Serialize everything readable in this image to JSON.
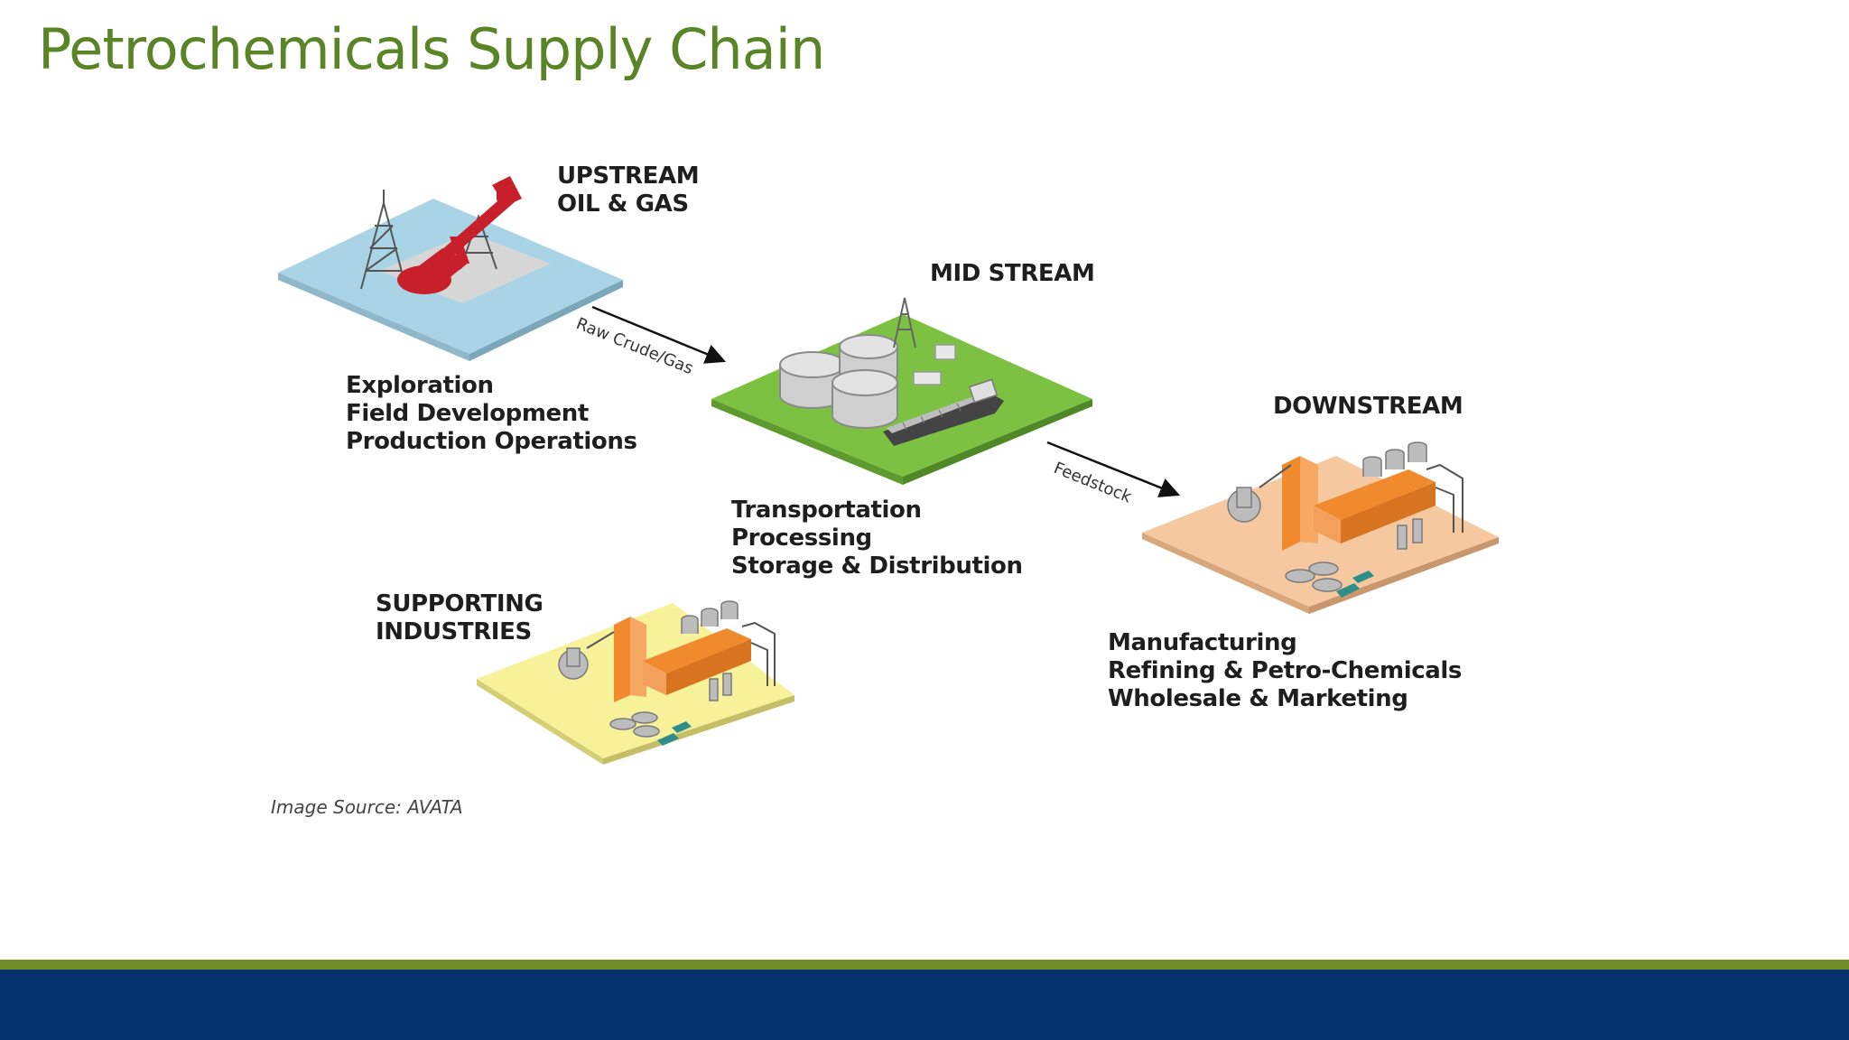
{
  "slide": {
    "title": "Petrochemicals Supply Chain",
    "source_note": "Image Source: AVATA"
  },
  "colors": {
    "title": "#5a8527",
    "footer_stripe": "#6f8e2a",
    "footer_bar": "#03316b",
    "upstream_platform": "#a9d4e6",
    "midstream_platform": "#7dc142",
    "downstream_platform": "#f5c8a0",
    "supporting_platform": "#f7f19a",
    "pump_jack": "#c8202a",
    "plant_orange": "#f08a2c"
  },
  "icons": {
    "upstream": "oil-pump-jack-icon",
    "midstream": "storage-tanks-tanker-icon",
    "downstream": "refinery-plant-icon",
    "supporting": "industrial-plant-icon"
  },
  "stages": {
    "upstream": {
      "title_lines": [
        "UPSTREAM",
        "OIL & GAS"
      ],
      "items": [
        "Exploration",
        "Field Development",
        "Production Operations"
      ]
    },
    "midstream": {
      "title_lines": [
        "MID STREAM"
      ],
      "items": [
        "Transportation",
        "Processing",
        "Storage & Distribution"
      ]
    },
    "downstream": {
      "title_lines": [
        "DOWNSTREAM"
      ],
      "items": [
        "Manufacturing",
        "Refining & Petro-Chemicals",
        "Wholesale & Marketing"
      ]
    },
    "supporting": {
      "title_lines": [
        "SUPPORTING",
        "INDUSTRIES"
      ]
    }
  },
  "flows": [
    {
      "from": "upstream",
      "to": "midstream",
      "label": "Raw Crude/Gas"
    },
    {
      "from": "midstream",
      "to": "downstream",
      "label": "Feedstock"
    }
  ]
}
